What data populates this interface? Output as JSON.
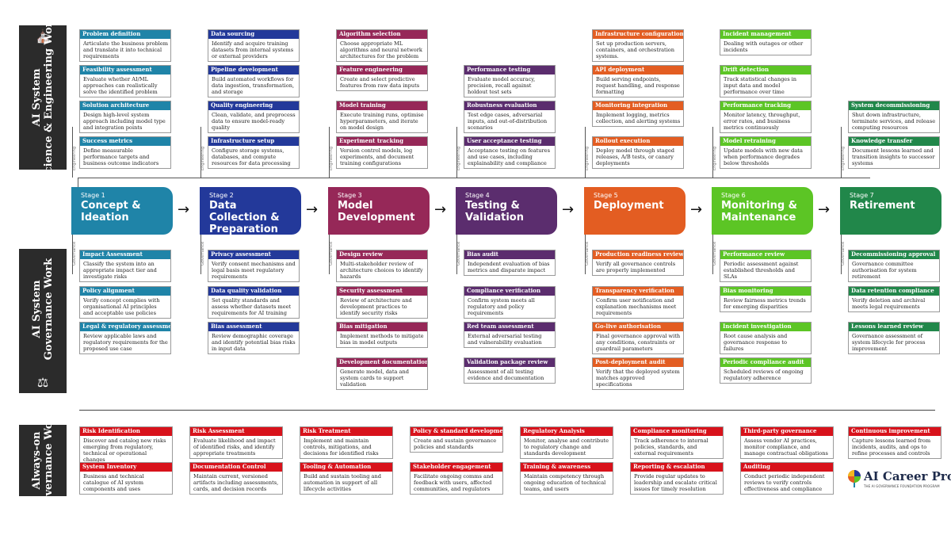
{
  "sidebars": {
    "top": {
      "line1": "AI System",
      "line2": "Science & Engineering Work",
      "icon": "factory-icon"
    },
    "middle": {
      "line1": "AI System",
      "line2": "Governance Work",
      "icon": "gavel-icon"
    },
    "bottom": {
      "line1": "Always-on",
      "line2": "Governance Work"
    }
  },
  "small_labels": {
    "engineering": "Engineering",
    "governance": "Governance"
  },
  "stages": [
    {
      "num": "Stage 1",
      "title": "Concept & Ideation",
      "color": "#1f84a8"
    },
    {
      "num": "Stage 2",
      "title": "Data Collection & Preparation",
      "color": "#23399a"
    },
    {
      "num": "Stage 3",
      "title": "Model Development",
      "color": "#962858"
    },
    {
      "num": "Stage 4",
      "title": "Testing & Validation",
      "color": "#5b2d6e"
    },
    {
      "num": "Stage 5",
      "title": "Deployment",
      "color": "#e35d22"
    },
    {
      "num": "Stage 6",
      "title": "Monitoring & Maintenance",
      "color": "#5cc525"
    },
    {
      "num": "Stage 7",
      "title": "Retirement",
      "color": "#21874a"
    }
  ],
  "engineering": [
    [
      {
        "title": "Problem definition",
        "body": "Articulate the business problem and translate it into technical requirements"
      },
      {
        "title": "Feasibility assessment",
        "body": "Evaluate whether AI/ML approaches can realistically solve the identified problem"
      },
      {
        "title": "Solution architecture",
        "body": "Design high-level system approach including model type and integration points"
      },
      {
        "title": "Success metrics",
        "body": "Define measurable performance targets and business outcome indicators"
      }
    ],
    [
      {
        "title": "Data sourcing",
        "body": "Identify and acquire training datasets from internal systems or external providers"
      },
      {
        "title": "Pipeline development",
        "body": "Build automated workflows for data ingestion, transformation, and storage"
      },
      {
        "title": "Quality engineering",
        "body": "Clean, validate, and preprocess data to ensure model-ready quality"
      },
      {
        "title": "Infrastructure setup",
        "body": "Configure storage systems, databases, and compute resources for data processing"
      }
    ],
    [
      {
        "title": "Algorithm selection",
        "body": "Choose appropriate ML algorithms and neural network architectures for the problem"
      },
      {
        "title": "Feature engineering",
        "body": "Create and select predictive features from raw data inputs"
      },
      {
        "title": "Model training",
        "body": "Execute training runs, optimise hyperparameters, and iterate on model design"
      },
      {
        "title": "Experiment tracking",
        "body": "Version control models, log experiments, and document training configurations"
      }
    ],
    [
      {
        "title": "Performance testing",
        "body": "Evaluate model accuracy, precision, recall against holdout test sets"
      },
      {
        "title": "Robustness evaluation",
        "body": "Test edge cases, adversarial inputs, and out-of-distribution scenarios"
      },
      {
        "title": "User acceptance testing",
        "body": "Acceptance testing on features and use cases, including explainability and compliance"
      }
    ],
    [
      {
        "title": "Infrastructure configuration",
        "body": "Set up production servers, containers, and orchestration systems."
      },
      {
        "title": "API deployment",
        "body": "Build serving endpoints, request handling, and response formatting"
      },
      {
        "title": "Monitoring integration",
        "body": "Implement logging, metrics collection, and alerting systems"
      },
      {
        "title": "Rollout execution",
        "body": "Deploy model through staged releases, A/B tests, or canary deployments"
      }
    ],
    [
      {
        "title": "Incident management",
        "body": "Dealing with outages or other incidents"
      },
      {
        "title": "Drift detection",
        "body": "Track statistical changes in input data and model performance over time"
      },
      {
        "title": "Performance tracking",
        "body": "Monitor latency, throughput, error rates, and business metrics continuously"
      },
      {
        "title": "Model retraining",
        "body": "Update models with new data when performance degrades below thresholds"
      }
    ],
    [
      {
        "title": "System decommissioning",
        "body": "Shut down infrastructure, terminate services, and release computing resources"
      },
      {
        "title": "Knowledge transfer",
        "body": "Document lessons learned and transition insights to successor systems"
      }
    ]
  ],
  "governance": [
    [
      {
        "title": "Impact Assessment",
        "body": "Classify the system into an appropriate impact tier and investigate risks"
      },
      {
        "title": "Policy alignment",
        "body": "Verify concept complies with organisational AI principles and acceptable use policies"
      },
      {
        "title": "Legal & regulatory assessment",
        "body": "Review applicable laws and regulatory requirements for the proposed use case"
      }
    ],
    [
      {
        "title": "Privacy assessment",
        "body": "Verify consent mechanisms and legal basis meet regulatory requirements"
      },
      {
        "title": "Data quality validation",
        "body": "Set quality standards and assess whether datasets meet requirements for AI training"
      },
      {
        "title": "Bias assessment",
        "body": "Review demographic coverage and identify potential bias risks in input data"
      }
    ],
    [
      {
        "title": "Design review",
        "body": "Multi-stakeholder review of architecture choices to identify hazards"
      },
      {
        "title": "Security assessment",
        "body": "Review of architecture and development practices to identify security risks"
      },
      {
        "title": "Bias mitigation",
        "body": "Implement methods to mitigate bias in model outputs"
      },
      {
        "title": "Development documentation",
        "body": "Generate model, data and system cards to support validation"
      }
    ],
    [
      {
        "title": "Bias audit",
        "body": "Independent evaluation of bias metrics and disparate impact"
      },
      {
        "title": "Compliance verification",
        "body": "Confirm system meets all regulatory and policy requirements"
      },
      {
        "title": "Red team assessment",
        "body": "External adversarial testing and vulnerability evaluation"
      },
      {
        "title": "Validation package review",
        "body": "Assessment of all testing evidence and documentation"
      }
    ],
    [
      {
        "title": "Production readiness review",
        "body": "Verify all governance controls are properly implemented"
      },
      {
        "title": "Transparency verification",
        "body": "Confirm user notification and explanation mechanisms meet requirements"
      },
      {
        "title": "Go-live authorisation",
        "body": "Final governance approval with any conditions, constraints or guardrail parameters"
      },
      {
        "title": "Post-deployment audit",
        "body": "Verify that the deployed system matches approved specifications"
      }
    ],
    [
      {
        "title": "Performance review",
        "body": "Periodic assessment against established thresholds and SLAs"
      },
      {
        "title": "Bias monitoring",
        "body": "Review fairness metrics trends for emerging disparities"
      },
      {
        "title": "Incident investigation",
        "body": "Root cause analysis and governance response to failures"
      },
      {
        "title": "Periodic compliance audit",
        "body": "Scheduled reviews of ongoing regulatory adherence"
      }
    ],
    [
      {
        "title": "Decommissioning approval",
        "body": "Governance committee authorisation for system retirement"
      },
      {
        "title": "Data retention compliance",
        "body": "Verify deletion and archival meets legal requirements"
      },
      {
        "title": "Lessons learned review",
        "body": "Governance assessment of system lifecycle for process improvement"
      }
    ]
  ],
  "always_on": [
    [
      {
        "title": "Risk Identification",
        "body": "Discover and catalog new risks emerging from regulatory, technical or operational changes"
      },
      {
        "title": "System Inventory",
        "body": "Business and technical catalogue of AI system components and uses"
      }
    ],
    [
      {
        "title": "Risk Assessment",
        "body": "Evaluate likelihood and impact of identified risks, and identify appropriate treatments"
      },
      {
        "title": "Documentation Control",
        "body": "Maintain current, versioned artifacts including assessments, cards, and decision records"
      }
    ],
    [
      {
        "title": "Risk Treatment",
        "body": "Implement and maintain controls, mitigations, and decisions for identified risks"
      },
      {
        "title": "Tooling & Automation",
        "body": "Build and sustain tooling and automation in support of all lifecycle activities"
      }
    ],
    [
      {
        "title": "Policy & standard development",
        "body": "Create and sustain governance policies and standards"
      },
      {
        "title": "Stakeholder engagement",
        "body": "Facilitate ongoing comms and feedback with users, affected communities, and regulators"
      }
    ],
    [
      {
        "title": "Regulatory Analysis",
        "body": "Monitor, analyse and contribute to regulatory change and standards development"
      },
      {
        "title": "Training & awareness",
        "body": "Maintain competency through ongoing education of technical teams, and users"
      }
    ],
    [
      {
        "title": "Compliance monitoring",
        "body": "Track adherence to internal policies, standards, and external requirements"
      },
      {
        "title": "Reporting & escalation",
        "body": "Provide regular updates to leadership and escalate critical issues for timely resolution"
      }
    ],
    [
      {
        "title": "Third-party governance",
        "body": "Assess vendor AI practices, monitor compliance, and manage contractual obligations"
      },
      {
        "title": "Auditing",
        "body": "Conduct periodic independent reviews to verify controls effectiveness and compliance"
      }
    ],
    [
      {
        "title": "Continuous improvement",
        "body": "Capture lessons learned from incidents, audits, and ops to refine processes and controls"
      }
    ]
  ],
  "always_on_color": "#d8121b",
  "logo": {
    "name": "AI Career Pro",
    "tagline": "THE AI GOVERNANCE FOUNDATION PROGRAM"
  }
}
